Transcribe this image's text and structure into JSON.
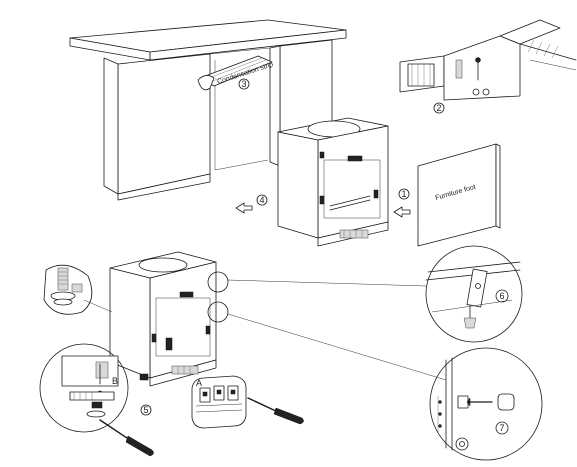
{
  "labels": {
    "condensation_strip": "Condensation strip",
    "furniture_foot": "Furniture foot",
    "point_a": "A",
    "point_b": "B"
  },
  "steps": [
    "1",
    "2",
    "3",
    "4",
    "5",
    "6",
    "7"
  ],
  "icons": [
    "arrow-left-icon",
    "screwdriver-icon",
    "screw-icon",
    "leveling-foot-icon"
  ],
  "colors": {
    "line": "#1a1a1a",
    "background": "#ffffff"
  }
}
